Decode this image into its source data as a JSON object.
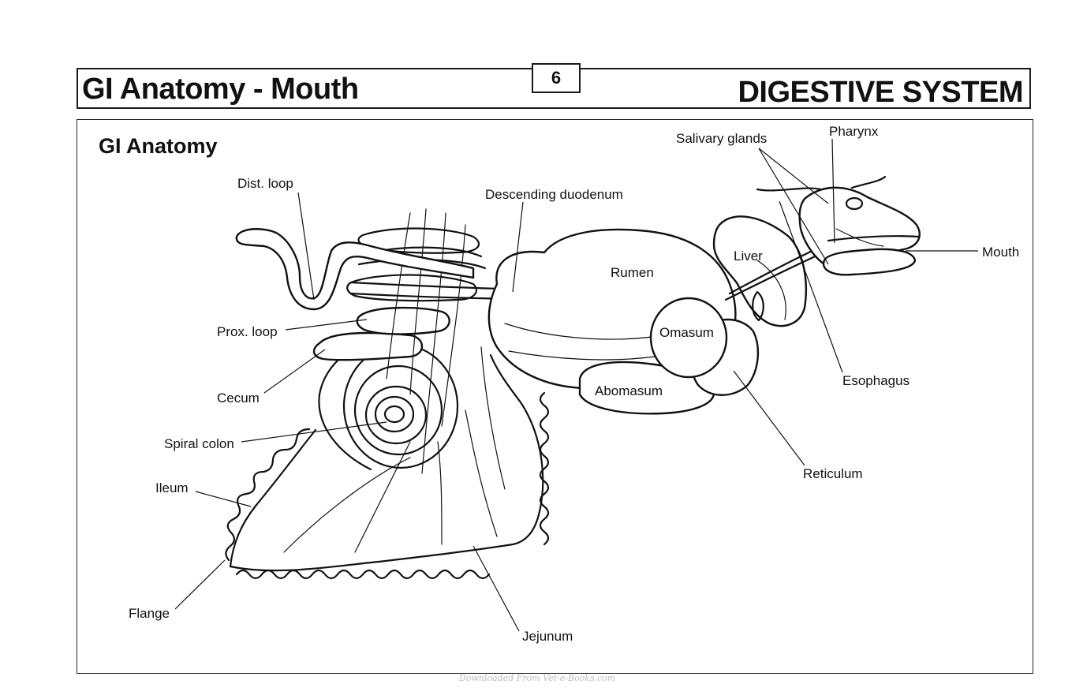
{
  "header": {
    "title": "GI Anatomy - Mouth",
    "page_number": "6",
    "section": "DIGESTIVE SYSTEM"
  },
  "panel": {
    "title": "GI Anatomy"
  },
  "labels": {
    "dist_loop": "Dist. loop",
    "descending_duodenum": "Descending duodenum",
    "salivary_glands": "Salivary glands",
    "pharynx": "Pharynx",
    "mouth": "Mouth",
    "liver": "Liver",
    "rumen": "Rumen",
    "omasum": "Omasum",
    "abomasum": "Abomasum",
    "esophagus": "Esophagus",
    "reticulum": "Reticulum",
    "prox_loop": "Prox. loop",
    "cecum": "Cecum",
    "spiral_colon": "Spiral colon",
    "ileum": "Ileum",
    "flange": "Flange",
    "jejunum": "Jejunum"
  },
  "footer": {
    "watermark": "Downloaded From Vet-e-Books.com"
  }
}
